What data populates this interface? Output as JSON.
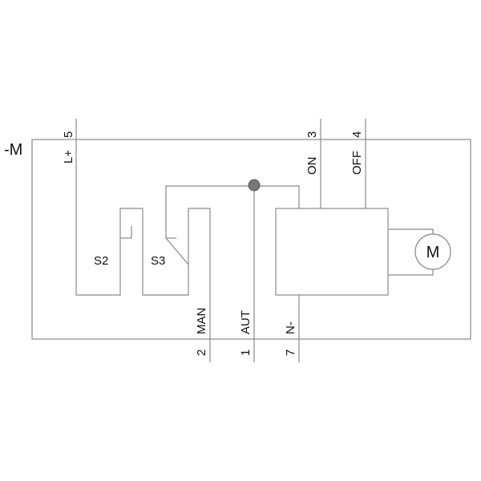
{
  "device_label": "-M",
  "terminals": {
    "top": [
      {
        "name": "L+",
        "number": "5"
      },
      {
        "name": "ON",
        "number": "3"
      },
      {
        "name": "OFF",
        "number": "4"
      }
    ],
    "bottom": [
      {
        "name": "MAN",
        "number": "2"
      },
      {
        "name": "AUT",
        "number": "1"
      },
      {
        "name": "N-",
        "number": "7"
      }
    ]
  },
  "switches": [
    "S2",
    "S3"
  ],
  "motor_label": "M",
  "colors": {
    "wire": "#8a8a8a",
    "junction": "#777777",
    "text": "#111111",
    "background": "#ffffff"
  }
}
